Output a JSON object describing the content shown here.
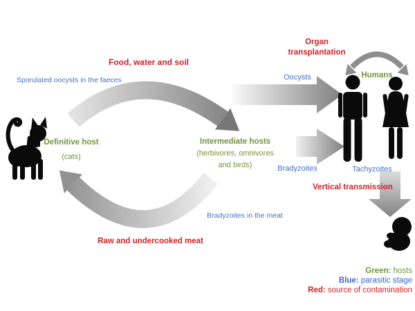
{
  "diagram_title": "Toxoplasma life cycle transmission diagram",
  "colors": {
    "host_green": "#76923C",
    "parasitic_stage_blue": "#4472C4",
    "contamination_red": "#D21F26",
    "arrow_gray_dark": "#7C7C7C",
    "arrow_gray_light": "#E8E8E8",
    "silhouette_black": "#0A0A0A"
  },
  "labels": {
    "food_water_soil": "Food, water and soil",
    "sporulated_oocysts": "Sporulated oocysts in the faeces",
    "definitive_host": "Definitive host",
    "definitive_host_sub": "(cats)",
    "intermediate_hosts": "Intermediate hosts",
    "intermediate_hosts_sub1": "(herbivores, omnivores",
    "intermediate_hosts_sub2": "and birds)",
    "organ_transplantation": "Organ transplantation",
    "oocysts": "Oocysts",
    "bradyzoites": "Bradyzoites",
    "humans": "Humans",
    "tachyzoites": "Tachyzoites",
    "vertical_transmission": "Vertical transmission",
    "bradyzoites_in_meat": "Bradyzoites in the meat",
    "raw_undercooked_meat": "Raw and undercooked meat"
  },
  "figures": {
    "cat": "cat-silhouette",
    "man": "man-silhouette",
    "woman": "woman-silhouette",
    "fetus": "fetus-silhouette"
  },
  "legend": {
    "items": [
      {
        "label": "Green:",
        "text": " hosts",
        "color": "green"
      },
      {
        "label": "Blue:",
        "text": "  parasitic stage",
        "color": "blue"
      },
      {
        "label": "Red:",
        "text": " source of contamination",
        "color": "red"
      }
    ]
  }
}
